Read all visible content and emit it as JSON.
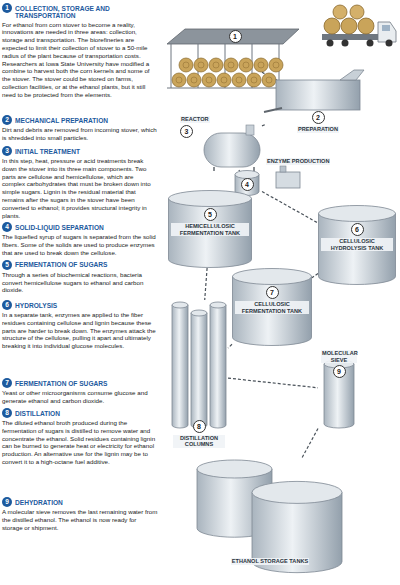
{
  "diagram": {
    "nodes": [
      {
        "text": [
          "1",
          "COLLECTION, STORAGE AND TRANSPORTATION",
          "For ethanol from corn stover to become a reality, innovations are needed in three areas: collection, storage and transportation. The biorefineries are expected to limit their collection of stover to a 50-mile radius of the plant because of transportation costs. Researchers at Iowa State University have modified a combine to harvest both the corn kernels and some of the stover. The stover could be stored on farms, collection facilities, or at the ethanol plants, but it still need to be protected from the elements."
        ]
      },
      {
        "text": [
          "2",
          "MECHANICAL PREPARATION",
          "Dirt and debris are removed from incoming stover, which is shredded into small particles."
        ]
      },
      {
        "text": [
          "3",
          "INITIAL TREATMENT",
          "In this step, heat, pressure or acid treatments break down the stover into its three main components. Two parts are cellulose and hemicellulose, which are complex carbohydrates that must be broken down into simple sugars. Lignin is the residual material that remains after the sugars in the stover have been converted to ethanol; it provides structural integrity in plants."
        ]
      },
      {
        "text": [
          "4",
          "SOLID-LIQUID SEPARATION",
          "The liquefied syrup of sugars is separated from the solid fibers. Some of the solids are used to produce enzymes that are used to break down the cellulose."
        ]
      },
      {
        "text": [
          "5",
          "FERMENTATION OF SUGARS",
          "Through a series of biochemical reactions, bacteria convert hemicellulose sugars to ethanol and carbon dioxide."
        ]
      },
      {
        "text": [
          "6",
          "HYDROLYSIS",
          "In a separate tank, enzymes are applied to the fiber residues containing cellulose and lignin because these parts are harder to break down. The enzymes attack the structure of the cellulose, pulling it apart and ultimately breaking it into individual glucose molecules."
        ]
      },
      {
        "text": [
          "7",
          "FERMENTATION OF SUGARS",
          "Yeast or other microorganisms consume glucose and generate ethanol and carbon dioxide."
        ]
      },
      {
        "text": [
          "8",
          "DISTILLATION",
          "The diluted ethanol broth produced during the fermentation of sugars is distilled to remove water and concentrate the ethanol. Solid residues containing lignin can be burned to generate heat or electricity for ethanol production. An alternative use for the lignin may be to convert it to a high-octane fuel additive."
        ]
      },
      {
        "text": [
          "9",
          "DEHYDRATION",
          "A molecular sieve removes the last remaining water from the distilled ethanol. The ethanol is now ready for storage or shipment."
        ]
      },
      {
        "text": [
          "1"
        ]
      },
      {
        "text": [
          "2",
          "PREPARATION"
        ]
      },
      {
        "text": [
          "REACTOR",
          "3"
        ]
      },
      {
        "text": [
          "4"
        ]
      },
      {
        "text": [
          "5",
          "HEMICELLULOSIC FERMENTATION TANK"
        ]
      },
      {
        "text": [
          "6",
          "CELLULOSIC HYDROLYSIS TANK"
        ]
      },
      {
        "text": [
          "7",
          "CELLULOSIC FERMENTATION TANK"
        ]
      },
      {
        "text": [
          "8",
          "DISTILLATION COLUMNS"
        ]
      },
      {
        "text": [
          "MOLECULAR SIEVE",
          "9"
        ]
      },
      {
        "text": [
          "ETHANOL STORAGE TANKS"
        ]
      }
    ],
    "edges": [
      {
        "from": 9,
        "to": 10,
        "arrow": "none"
      },
      {
        "from": 10,
        "to": 11,
        "arrow": "none"
      },
      {
        "from": 11,
        "to": 12,
        "arrow": "none"
      },
      {
        "from": 12,
        "to": 13,
        "arrow": "none"
      },
      {
        "from": 12,
        "to": 14,
        "arrow": "none"
      },
      {
        "from": 14,
        "to": 15,
        "arrow": "none"
      },
      {
        "from": 13,
        "to": 16,
        "arrow": "none"
      },
      {
        "from": 15,
        "to": 16,
        "arrow": "none"
      },
      {
        "from": 16,
        "to": 17,
        "arrow": "none"
      },
      {
        "from": 17,
        "to": 18,
        "arrow": "none"
      }
    ],
    "labels": [
      "ENZYME PRODUCTION"
    ]
  }
}
